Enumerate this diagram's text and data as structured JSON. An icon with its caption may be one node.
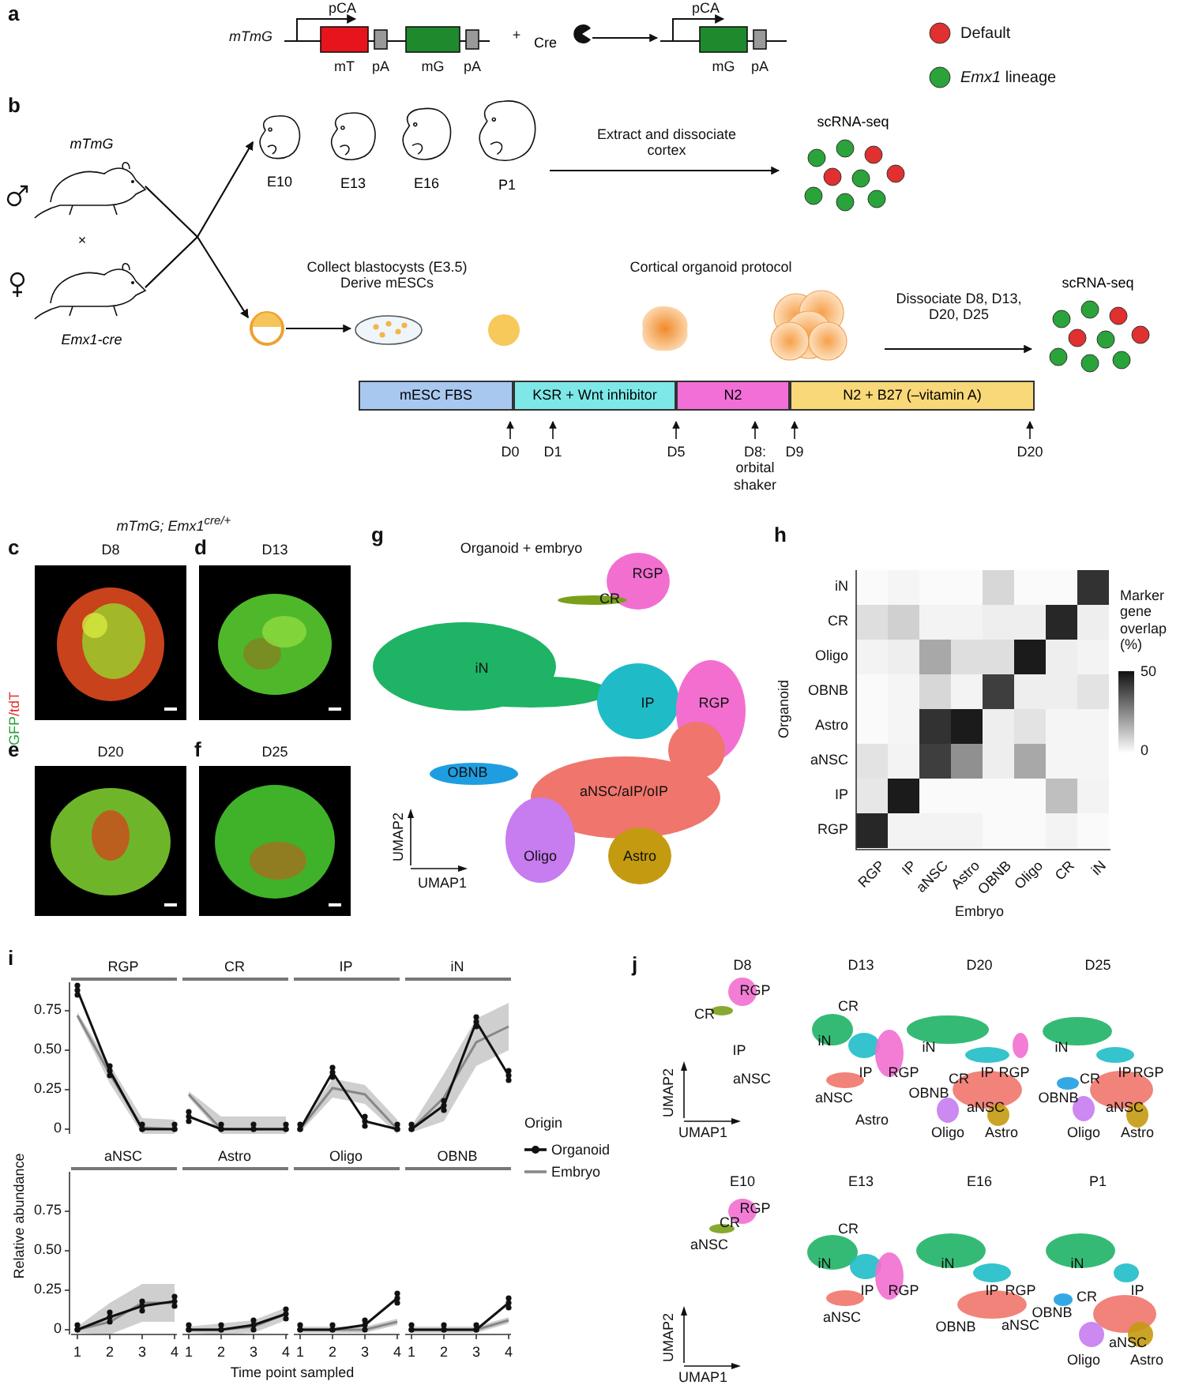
{
  "diagram": {
    "nodes": [
      {
        "text": [
          "mTmG"
        ]
      },
      {
        "text": [
          "Cre"
        ]
      },
      {
        "text": [],
        "shape": "box"
      },
      {
        "text": [
          "mTmG"
        ]
      },
      {
        "text": [
          "Emx1-cre"
        ]
      },
      {
        "text": [
          "E10"
        ]
      },
      {
        "text": [
          "E13"
        ]
      },
      {
        "text": [
          "E16"
        ]
      },
      {
        "text": [
          "P1"
        ]
      },
      {
        "text": [
          "scRNA-seq"
        ]
      },
      {
        "text": [],
        "shape": "picture"
      },
      {
        "text": [],
        "shape": "picture"
      },
      {
        "text": [
          "scRNA-seq"
        ]
      },
      {
        "text": [
          "mESC FBS"
        ]
      },
      {
        "text": [
          "KSR + Wnt inhibitor"
        ]
      },
      {
        "text": [
          "N2"
        ]
      },
      {
        "text": [
          "N2 + B27 (–vitamin A)"
        ]
      }
    ],
    "edges": [
      {
        "from": 1,
        "to": 2,
        "arrow": "to"
      },
      {
        "from": 3,
        "to": 5,
        "arrow": "to"
      },
      {
        "from": 4,
        "to": 5,
        "arrow": "to"
      },
      {
        "from": 3,
        "to": 10,
        "arrow": "to"
      },
      {
        "from": 4,
        "to": 10,
        "arrow": "to"
      },
      {
        "from": 10,
        "to": 11,
        "arrow": "to"
      },
      {
        "from": 8,
        "to": 9,
        "arrow": "to",
        "label": "Extract and dissociate cortex"
      },
      {
        "from": null,
        "to": 12,
        "arrow": "to",
        "label": "Dissociate D8, D13, D20, D25"
      }
    ],
    "labels": [
      "a",
      "pCA",
      "+",
      "pCA",
      "mT",
      "pA",
      "mG",
      "pA",
      "mG",
      "pA",
      "b",
      "×",
      "Collect blastocysts (E3.5) Derive mESCs",
      "Cortical organoid protocol",
      "D0",
      "D1",
      "D5",
      "D8: orbital shaker",
      "D9",
      "D20",
      "*mTmG; Emx1*$^{cre/+}$",
      "c",
      "D8",
      "d",
      "D13",
      "GFP/tdT",
      "e",
      "D20",
      "f",
      "D25",
      "g",
      "Organoid + embryo",
      "RGP",
      "CR",
      "iN",
      "IP",
      "RGP",
      "OBNB",
      "aNSC/aIP/oIP",
      "Oligo",
      "Astro",
      "UMAP2",
      "UMAP1",
      "h",
      "iN",
      "CR",
      "Oligo",
      "OBNB",
      "Astro",
      "aNSC",
      "IP",
      "RGP",
      "Organoid",
      "RGP",
      "IP",
      "aNSC",
      "Astro",
      "OBNB",
      "Oligo",
      "CR",
      "iN",
      "Embryo",
      "Marker gene overlap (%)",
      "50",
      "0",
      "i",
      "RGP",
      "CR",
      "IP",
      "iN",
      "0.75",
      "0.50",
      "0.25",
      "0",
      "Relative abundance",
      "aNSC",
      "Astro",
      "Oligo",
      "OBNB",
      "0.75",
      "0.50",
      "0.25",
      "0",
      "1",
      "2",
      "3",
      "4",
      "1",
      "2",
      "3",
      "4",
      "1",
      "2",
      "3",
      "4",
      "1",
      "2",
      "3",
      "4",
      "Time point sampled",
      "Origin",
      "j",
      "D8",
      "RGP",
      "CR",
      "IP",
      "aNSC",
      "UMAP2",
      "UMAP1",
      "D13",
      "CR",
      "iN",
      "IP",
      "RGP",
      "aNSC",
      "Astro",
      "D20",
      "iN",
      "IP",
      "RGP",
      "CR",
      "OBNB",
      "aNSC",
      "Oligo",
      "Astro",
      "D25",
      "iN",
      "IP",
      "RGP",
      "CR",
      "OBNB",
      "aNSC",
      "Oligo",
      "Astro",
      "E10",
      "RGP",
      "CR",
      "aNSC",
      "UMAP2",
      "UMAP1",
      "E13",
      "CR",
      "iN",
      "IP",
      "RGP",
      "aNSC",
      "E16",
      "iN",
      "IP",
      "RGP",
      "OBNB",
      "aNSC",
      "P1",
      "iN",
      "IP",
      "CR",
      "OBNB",
      "aNSC",
      "Oligo",
      "Astro"
    ],
    "legend": [
      {
        "text": "Default",
        "color": "#e0302f"
      },
      {
        "text": "*Emx1* lineage",
        "color": "#2aa33b"
      },
      {
        "text": "Organoid"
      },
      {
        "text": "Embryo"
      }
    ]
  }
}
